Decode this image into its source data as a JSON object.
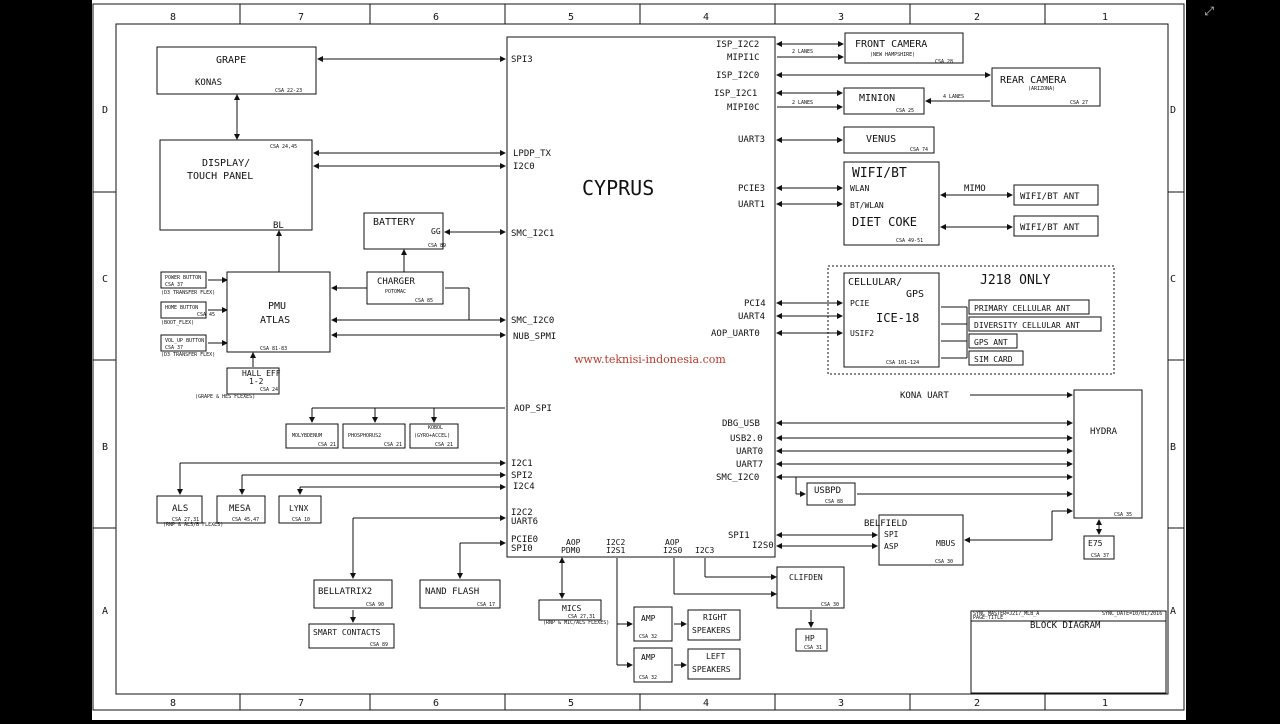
{
  "grid": {
    "cols": [
      "8",
      "7",
      "6",
      "5",
      "4",
      "3",
      "2",
      "1"
    ],
    "rows": [
      "D",
      "C",
      "B",
      "A"
    ]
  },
  "soc": {
    "name": "CYPRUS",
    "left_pins": [
      "SPI3",
      "LPDP_TX",
      "I2C0",
      "SMC_I2C1",
      "SMC_I2C0",
      "NUB_SPMI",
      "AOP_SPI",
      "I2C1",
      "SPI2",
      "I2C4",
      "I2C2",
      "UART6",
      "PCIE0",
      "SPI0"
    ],
    "right_pins": [
      "ISP_I2C2",
      "MIPI1C",
      "ISP_I2C0",
      "ISP_I2C1",
      "MIPI0C",
      "UART3",
      "PCIE3",
      "UART1",
      "PCI4",
      "UART4",
      "AOP_UART0",
      "DBG_USB",
      "USB2.0",
      "UART0",
      "UART7",
      "SMC_I2C0",
      "SPI1",
      "I2S0"
    ],
    "bottom_pins": [
      "AOP",
      "PDM0",
      "I2C2",
      "I2S1",
      "AOP",
      "I2S0",
      "I2C3"
    ]
  },
  "blocks": {
    "grape": {
      "name": "GRAPE",
      "sub": "KONAS",
      "csa": "CSA 22-23"
    },
    "display": {
      "name1": "DISPLAY/",
      "name2": "TOUCH PANEL",
      "sub": "BL",
      "csa": "CSA 24,45"
    },
    "battery": {
      "name": "BATTERY",
      "sub": "GG",
      "csa": "CSA 89"
    },
    "charger": {
      "name": "CHARGER",
      "sub": "POTOMAC",
      "csa": "CSA 85"
    },
    "pmu": {
      "name1": "PMU",
      "name2": "ATLAS",
      "csa": "CSA 81-83"
    },
    "power_btn": {
      "name": "POWER BUTTON",
      "csa": "CSA 37",
      "note": "(D3 TRANSFER FLEX)"
    },
    "home_btn": {
      "name": "HOME BUTTON",
      "csa": "CSA 45",
      "note": "(BOOT_FLEX)"
    },
    "volup_btn": {
      "name": "VOL_UP BUTTON",
      "csa": "CSA 37",
      "note": "(D3 TRANSFER FLEX)"
    },
    "hall": {
      "name1": "HALL EFF",
      "name2": "1-2",
      "csa": "CSA 24",
      "note": "(GRAPE & HES FLEXES)"
    },
    "molybdenum": {
      "name": "MOLYBDENUM",
      "csa": "CSA 21"
    },
    "phosphorus2": {
      "name": "PHOSPHORUS2",
      "csa": "CSA 21"
    },
    "kobol": {
      "name1": "KOBOL",
      "name2": "(GYRO+ACCEL)",
      "csa": "CSA 21"
    },
    "als": {
      "name": "ALS",
      "csa": "CSA 27,31",
      "note": "(RNP & ALS/B FLEXES)"
    },
    "mesa": {
      "name": "MESA",
      "csa": "CSA 45,47"
    },
    "lynx": {
      "name": "LYNX",
      "csa": "CSA 10"
    },
    "bellatrix": {
      "name": "BELLATRIX2",
      "csa": "CSA 90"
    },
    "smart": {
      "name": "SMART CONTACTS",
      "csa": "CSA 89"
    },
    "nand": {
      "name": "NAND FLASH",
      "csa": "CSA 17"
    },
    "mics": {
      "name": "MICS",
      "csa": "CSA 27,31",
      "note": "(RNP & MIC/ALS FLEXES)"
    },
    "amp_r": {
      "name": "AMP",
      "csa": "CSA 32"
    },
    "amp_l": {
      "name": "AMP",
      "csa": "CSA 32"
    },
    "spk_r": {
      "name1": "RIGHT",
      "name2": "SPEAKERS"
    },
    "spk_l": {
      "name1": "LEFT",
      "name2": "SPEAKERS"
    },
    "clifden": {
      "name": "CLIFDEN",
      "csa": "CSA 30"
    },
    "hp": {
      "name": "HP",
      "csa": "CSA 31"
    },
    "front_cam": {
      "name": "FRONT CAMERA",
      "sub": "(NEW HAMPSHIRE)",
      "csa": "CSA 28"
    },
    "rear_cam": {
      "name": "REAR CAMERA",
      "sub": "(ARIZONA)",
      "csa": "CSA 27"
    },
    "minion": {
      "name": "MINION",
      "csa": "CSA 25"
    },
    "venus": {
      "name": "VENUS",
      "csa": "CSA 74"
    },
    "wifi": {
      "name": "WIFI/BT",
      "p1": "WLAN",
      "p2": "BT/WLAN",
      "sub": "DIET COKE",
      "csa": "CSA 49-51"
    },
    "wifi_ant1": {
      "name": "WIFI/BT ANT"
    },
    "wifi_ant2": {
      "name": "WIFI/BT ANT"
    },
    "cellular": {
      "name1": "CELLULAR/",
      "name2": "GPS",
      "p1": "PCIE",
      "p2": "USIF2",
      "sub": "ICE-18",
      "csa": "CSA 101-124"
    },
    "j218": {
      "label": "J218 ONLY"
    },
    "ant_primary": {
      "name": "PRIMARY CELLULAR ANT"
    },
    "ant_diversity": {
      "name": "DIVERSITY CELLULAR ANT"
    },
    "ant_gps": {
      "name": "GPS ANT"
    },
    "sim": {
      "name": "SIM CARD"
    },
    "hydra": {
      "name": "HYDRA",
      "csa": "CSA 35"
    },
    "usbpd": {
      "name": "USBPD",
      "csa": "CSA 88"
    },
    "belfield": {
      "name": "BELFIELD",
      "p1": "SPI",
      "p2": "ASP",
      "p3": "MBUS",
      "csa": "CSA 30"
    },
    "e75": {
      "name": "E75",
      "csa": "CSA 37"
    }
  },
  "labels": {
    "two_lanes_a": "2 LANES",
    "two_lanes_b": "2 LANES",
    "four_lanes": "4 LANES",
    "mimo": "MIMO",
    "kona_uart": "KONA UART"
  },
  "watermark": "www.teknisi-indonesia.com",
  "title_block": {
    "title": "BLOCK DIAGRAM",
    "line1": "SYNC_MASTER=J217_MLB_A",
    "line2": "SYNC_DATE=10/01/2016",
    "page_title": "PAGE TITLE"
  },
  "window": {
    "collapse_icon": "collapse-arrows-icon"
  },
  "colors": {
    "line": "#111111",
    "watermark": "#c0392b",
    "background": "#000000",
    "sheet": "#ffffff"
  }
}
